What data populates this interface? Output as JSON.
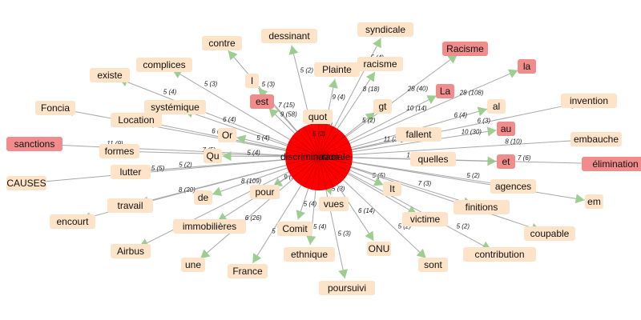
{
  "graph": {
    "center": {
      "labels": [
        "discrimination",
        "raciale"
      ],
      "color": "#ff0000",
      "count": "5 (2)"
    },
    "colors": {
      "node_fill": "#fde3c8",
      "node_fill_highlight": "#f08c8c",
      "edge": "#a8a8a8",
      "arrow": "#9ccf8f"
    },
    "nodes": [
      {
        "id": "contre",
        "label": "contre",
        "highlight": false,
        "edge": "5 (3)"
      },
      {
        "id": "dessinant",
        "label": "dessinant",
        "highlight": false,
        "edge": "5 (2)"
      },
      {
        "id": "syndicale",
        "label": "syndicale",
        "highlight": false,
        "edge": "5 (4)"
      },
      {
        "id": "racisme-upper",
        "label": "Racisme",
        "highlight": true,
        "edge": "28 (40)"
      },
      {
        "id": "la",
        "label": "la",
        "highlight": true,
        "edge": "28 (108)"
      },
      {
        "id": "complices",
        "label": "complices",
        "highlight": false,
        "edge": "5 (3)"
      },
      {
        "id": "plainte",
        "label": "Plainte",
        "highlight": false,
        "edge": "9 (4)"
      },
      {
        "id": "racisme",
        "label": "racisme",
        "highlight": false,
        "edge": "8 (18)"
      },
      {
        "id": "existe",
        "label": "existe",
        "highlight": false,
        "edge": "5 (4)"
      },
      {
        "id": "i",
        "label": "I",
        "highlight": false,
        "edge": "7 (15)"
      },
      {
        "id": "La-upper",
        "label": "La",
        "highlight": true,
        "edge": "10 (14)"
      },
      {
        "id": "al",
        "label": "al",
        "highlight": false,
        "edge": "6 (4)"
      },
      {
        "id": "invention",
        "label": "invention",
        "highlight": false,
        "edge": "6 (3)"
      },
      {
        "id": "est",
        "label": "est",
        "highlight": true,
        "edge": "9 (58)"
      },
      {
        "id": "quot",
        "label": "quot",
        "highlight": false,
        "edge": "5 (2)"
      },
      {
        "id": "gt",
        "label": "gt",
        "highlight": false,
        "edge": "5 (2)"
      },
      {
        "id": "systemique",
        "label": "systémique",
        "highlight": false,
        "edge": "6 (4)"
      },
      {
        "id": "foncia",
        "label": "Foncia",
        "highlight": false,
        "edge": "5 (5)"
      },
      {
        "id": "location",
        "label": "Location",
        "highlight": false,
        "edge": "6 (4)"
      },
      {
        "id": "or",
        "label": "Or",
        "highlight": false,
        "edge": "5 (4)"
      },
      {
        "id": "au",
        "label": "au",
        "highlight": true,
        "edge": "10 (30)"
      },
      {
        "id": "fallent",
        "label": "fallent",
        "highlight": false,
        "edge": "11 (31)"
      },
      {
        "id": "embauche",
        "label": "embauche",
        "highlight": false,
        "edge": "8 (10)"
      },
      {
        "id": "sanctions",
        "label": "sanctions",
        "highlight": true,
        "edge": "11 (9)"
      },
      {
        "id": "formes",
        "label": "formes",
        "highlight": false,
        "edge": "7 (5)"
      },
      {
        "id": "qu",
        "label": "Qu",
        "highlight": false,
        "edge": "5 (4)"
      },
      {
        "id": "quelles",
        "label": "quelles",
        "highlight": false,
        "edge": "15 (20)"
      },
      {
        "id": "et",
        "label": "et",
        "highlight": true,
        "edge": "18 (14)"
      },
      {
        "id": "elimination",
        "label": "élimination",
        "highlight": true,
        "edge": "7 (6)"
      },
      {
        "id": "lutter",
        "label": "lutter",
        "highlight": false,
        "edge": "5 (2)"
      },
      {
        "id": "causes",
        "label": "CAUSES",
        "highlight": false,
        "edge": "5 (5)"
      },
      {
        "id": "it",
        "label": "It",
        "highlight": false,
        "edge": "5 (5)"
      },
      {
        "id": "agences",
        "label": "agences",
        "highlight": false,
        "edge": "5 (2)"
      },
      {
        "id": "pour",
        "label": "pour",
        "highlight": false,
        "edge": "9 (33)"
      },
      {
        "id": "de",
        "label": "de",
        "highlight": false,
        "edge": "8 (109)"
      },
      {
        "id": "travail",
        "label": "travail",
        "highlight": false,
        "edge": "8 (20)"
      },
      {
        "id": "finitions",
        "label": "finitions",
        "highlight": false,
        "edge": "7 (3)"
      },
      {
        "id": "em",
        "label": "em",
        "highlight": false,
        "edge": "5 (7)"
      },
      {
        "id": "encourt",
        "label": "encourt",
        "highlight": false,
        "edge": "5 (2)"
      },
      {
        "id": "immobilieres",
        "label": "immobilières",
        "highlight": false,
        "edge": "7 (5)"
      },
      {
        "id": "comit",
        "label": "Comit",
        "highlight": false,
        "edge": "5 (4)"
      },
      {
        "id": "vues",
        "label": "vues",
        "highlight": false,
        "edge": "5 (3)"
      },
      {
        "id": "victime",
        "label": "victime",
        "highlight": false,
        "edge": "5 (2)"
      },
      {
        "id": "coupable",
        "label": "coupable",
        "highlight": false,
        "edge": "7 (3)"
      },
      {
        "id": "airbus",
        "label": "Airbus",
        "highlight": false,
        "edge": "5 (3)"
      },
      {
        "id": "une",
        "label": "une",
        "highlight": false,
        "edge": "6 (26)"
      },
      {
        "id": "france",
        "label": "France",
        "highlight": false,
        "edge": "5 (14)"
      },
      {
        "id": "ethnique",
        "label": "ethnique",
        "highlight": false,
        "edge": "5 (4)"
      },
      {
        "id": "onu",
        "label": "ONU",
        "highlight": false,
        "edge": "6 (14)"
      },
      {
        "id": "sont",
        "label": "sont",
        "highlight": false,
        "edge": "5 (2)"
      },
      {
        "id": "contribution",
        "label": "contribution",
        "highlight": false,
        "edge": "5 (2)"
      },
      {
        "id": "poursuivi",
        "label": "poursuivi",
        "highlight": false,
        "edge": "5 (3)"
      }
    ]
  }
}
